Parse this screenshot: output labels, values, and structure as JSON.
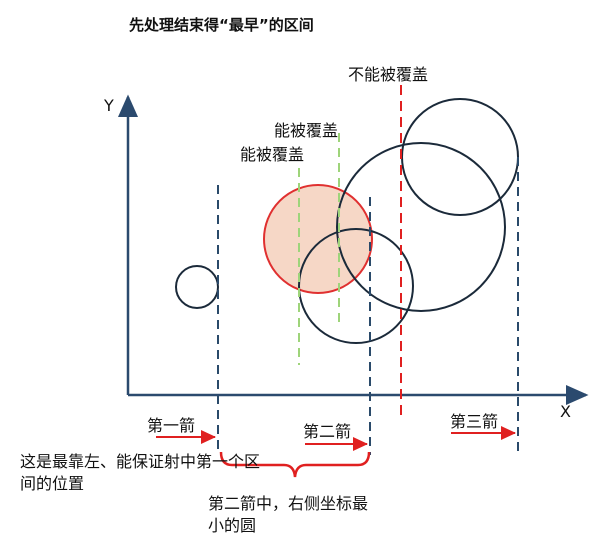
{
  "title": "先处理结束得“最早”的区间",
  "axes": {
    "x_label": "X",
    "y_label": "Y"
  },
  "labels": {
    "not_covered": "不能被覆盖",
    "covered_1": "能被覆盖",
    "covered_2": "能被覆盖"
  },
  "arrows": {
    "first": "第一箭",
    "second": "第二箭",
    "third": "第三箭"
  },
  "annotations": {
    "first_position": "这是最靠左、能保证射中第一个区间的位置",
    "second_smallest": "第二箭中，右侧坐标最小的圆"
  },
  "colors": {
    "circle_stroke": "#1b2a3a",
    "highlight_fill": "#f6d7c6",
    "highlight_stroke": "#e03030",
    "red": "#e02020",
    "green": "#9ed47a",
    "blue_dash": "#2a4a6a",
    "axis": "#2b4a6e"
  }
}
